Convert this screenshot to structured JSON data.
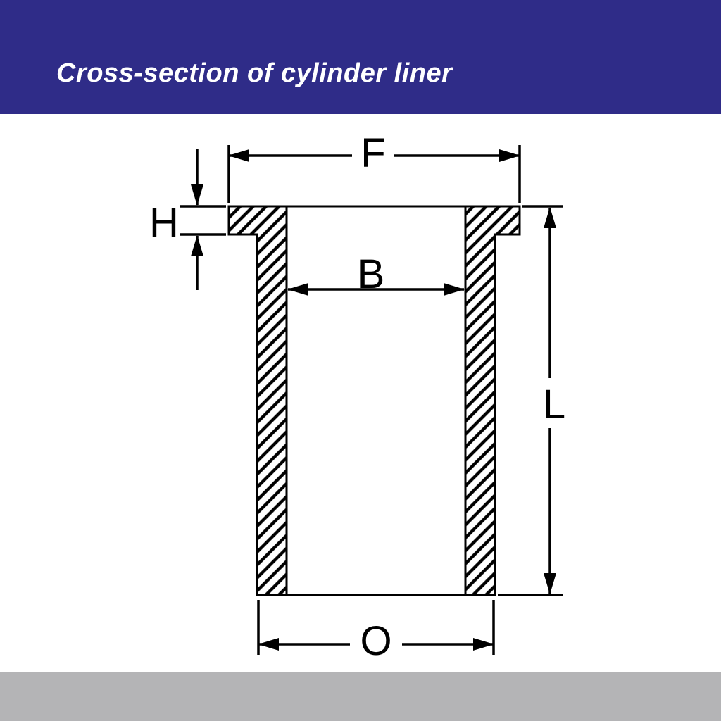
{
  "header": {
    "title": "Cross-section of cylinder liner",
    "bg_color": "#2f2c88",
    "text_color": "#ffffff"
  },
  "footer": {
    "bg_color": "#b4b4b6"
  },
  "diagram": {
    "line_color": "#000000",
    "background": "#ffffff",
    "labels": {
      "f": "F",
      "h": "H",
      "b": "B",
      "l": "L",
      "o": "O"
    }
  }
}
